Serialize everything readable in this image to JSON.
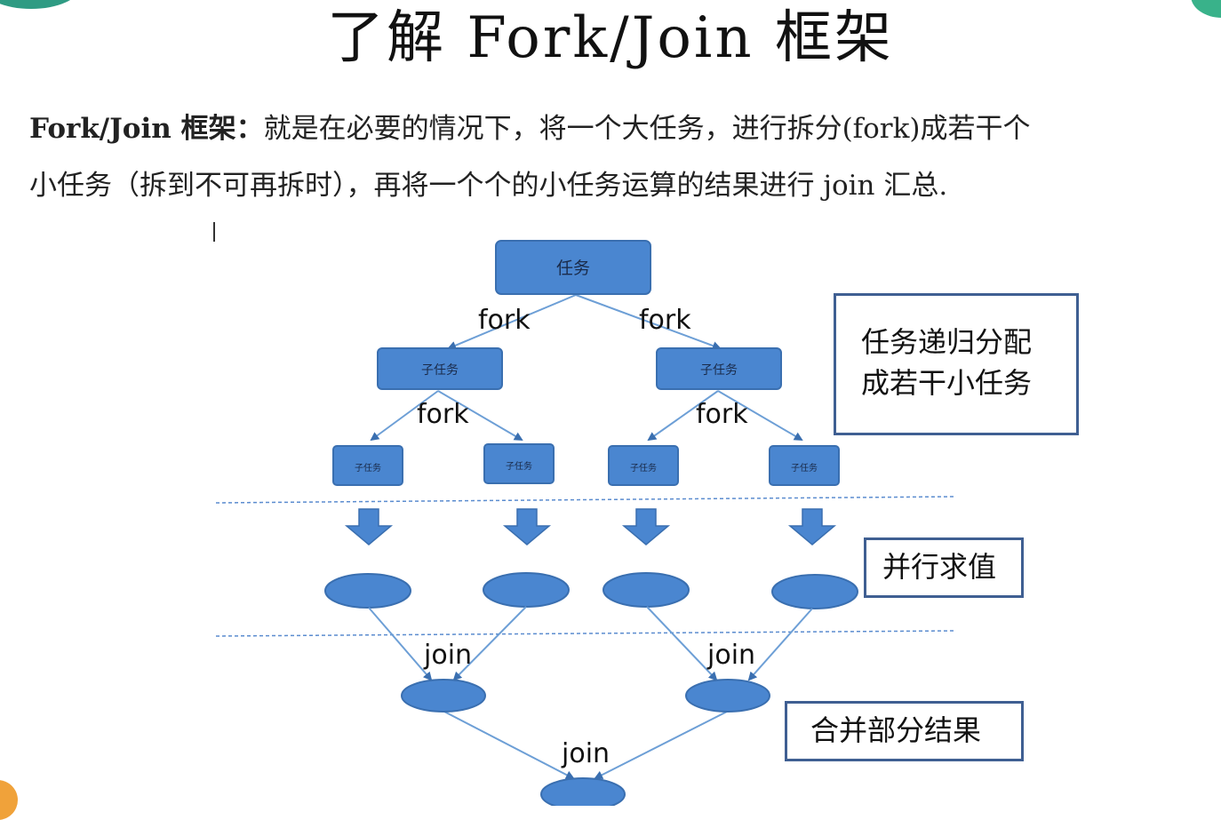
{
  "slide": {
    "title": "了解 Fork/Join 框架",
    "description": {
      "term": "Fork/Join 框架：",
      "line1_rest": "就是在必要的情况下，将一个大任务，进行拆分(fork)成若干个",
      "line2": "小任务（拆到不可再拆时），再将一个个的小任务运算的结果进行 join 汇总."
    }
  },
  "diagram": {
    "root_task": "任务",
    "subtask_label": "子任务",
    "leaf_task_label": "子任务",
    "fork_label": "fork",
    "join_label": "join",
    "notes": {
      "split": [
        "任务递归分配",
        "成若干小任务"
      ],
      "parallel": "并行求值",
      "merge": "合并部分结果"
    },
    "colors": {
      "node_fill": "#4a86d0",
      "node_stroke": "#3a6fb0",
      "edge": "#6d9fd6",
      "divider": "#5b8ccf",
      "note_border": "#3f5f92"
    }
  }
}
